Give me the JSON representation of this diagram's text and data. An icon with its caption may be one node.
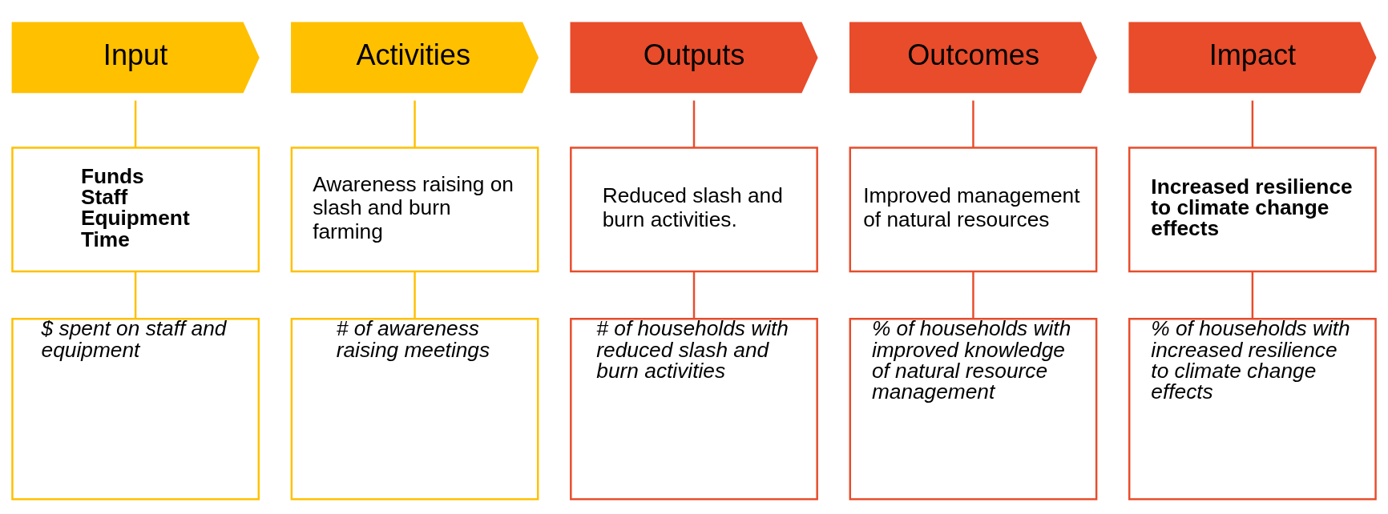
{
  "diagram": {
    "nodes": [
      {
        "text": [
          "Input"
        ]
      },
      {
        "text": [
          "Activities"
        ]
      },
      {
        "text": [
          "Outputs"
        ]
      },
      {
        "text": [
          "Outcomes"
        ]
      },
      {
        "text": [
          "Impact"
        ]
      },
      {
        "text": [
          "Funds",
          "Staff",
          "Equipment",
          "Time"
        ]
      },
      {
        "text": [
          "Awareness raising on slash and burn farming"
        ]
      },
      {
        "text": [
          "Reduced slash and burn activities."
        ]
      },
      {
        "text": [
          "Improved management of natural resources"
        ]
      },
      {
        "text": [
          "Increased resilience to climate change effects"
        ]
      },
      {
        "text": [
          "$ spent on staff and equipment"
        ]
      },
      {
        "text": [
          "# of awareness raising meetings"
        ]
      },
      {
        "text": [
          "# of households with reduced slash and burn activities"
        ]
      },
      {
        "text": [
          "% of households with improved knowledge of natural resource management"
        ]
      },
      {
        "text": [
          "% of households with increased resilience to climate change effects"
        ]
      }
    ],
    "edges": [
      {
        "from": 0,
        "to": 5,
        "arrow": "none",
        "color": "#ffc000"
      },
      {
        "from": 1,
        "to": 6,
        "arrow": "none",
        "color": "#ffc000"
      },
      {
        "from": 2,
        "to": 7,
        "arrow": "none"
      },
      {
        "from": 3,
        "to": 8,
        "arrow": "none"
      },
      {
        "from": 4,
        "to": 9,
        "arrow": "none"
      },
      {
        "from": 5,
        "to": 10,
        "arrow": "none",
        "color": "#ffc000"
      },
      {
        "from": 6,
        "to": 11,
        "arrow": "none",
        "color": "#ffc000"
      },
      {
        "from": 7,
        "to": 12,
        "arrow": "none"
      },
      {
        "from": 8,
        "to": 13,
        "arrow": "none"
      },
      {
        "from": 9,
        "to": 14,
        "arrow": "none"
      }
    ]
  }
}
